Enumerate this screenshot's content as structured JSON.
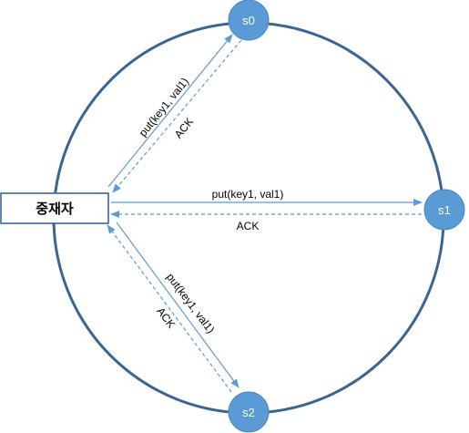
{
  "coordinator": {
    "label": "중재자"
  },
  "nodes": {
    "s0": "s0",
    "s1": "s1",
    "s2": "s2"
  },
  "messages": {
    "put": "put(key1, val1)",
    "ack": "ACK"
  },
  "colors": {
    "ring": "#3a6491",
    "node_fill": "#5b9bd5",
    "node_stroke": "#4a86c0",
    "arrow": "#5b9bd5",
    "coordinator_border": "#2f5f8f"
  }
}
